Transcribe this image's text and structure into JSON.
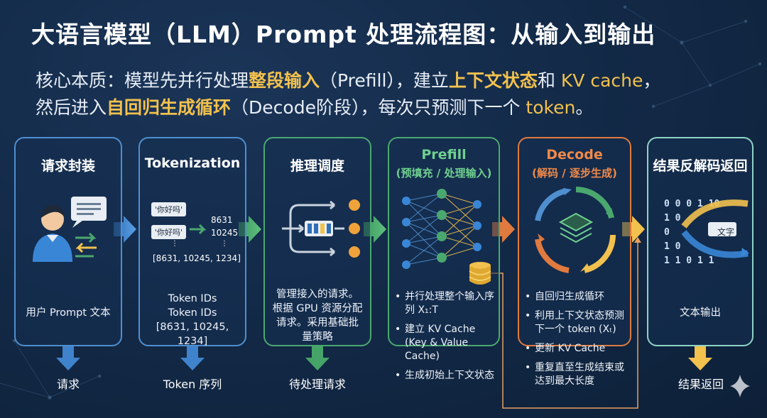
{
  "title": "大语言模型（LLM）Prompt 处理流程图：从输入到输出",
  "subtitle": {
    "line1_a": "核心本质：模型先并行处理",
    "line1_b": "整段输入",
    "line1_c": "（Prefill），建立",
    "line1_d": "上下文状态",
    "line1_e": "和 ",
    "line1_f": "KV cache",
    "line1_g": "，",
    "line2_a": "然后进入",
    "line2_b": "自回归生成循环",
    "line2_c": "（Decode阶段），每次只预测下一个 ",
    "line2_d": "token",
    "line2_e": "。"
  },
  "stages": [
    {
      "title": "请求封装",
      "desc": "用户 Prompt 文本",
      "output": "请求"
    },
    {
      "title": "Tokenization",
      "chip1": "'你好吗'",
      "chip2": "'你好吗'",
      "id1": "8631",
      "id2": "10245",
      "ids_list": "[8631, 10245, 1234]",
      "desc_line1": "Token IDs",
      "desc_line2": "Token IDs",
      "desc_line3": "[8631, 10245, 1234]",
      "output": "Token 序列"
    },
    {
      "title": "推理调度",
      "desc": "管理接入的请求。根据 GPU 资源分配请求。采用基础批量策略",
      "output": "待处理请求"
    },
    {
      "title": "Prefill",
      "subtitle": "(预填充 / 处理输入)",
      "bullets": [
        "并行处理整个输入序列 X₁:T",
        "建立 KV Cache (Key & Value Cache)",
        "生成初始上下文状态"
      ]
    },
    {
      "title": "Decode",
      "subtitle": "(解码 / 逐步生成)",
      "bullets": [
        "自回归生成循环",
        "利用上下文状态预测下一个 token (Xₜ)",
        "更新 KV Cache",
        "重复直至生成结束或达到最大长度"
      ]
    },
    {
      "title": "结果反解码返回",
      "tag": "文字",
      "desc": "文本输出",
      "output": "结果返回"
    }
  ],
  "colors": {
    "accent": "#f2c14e",
    "blue": "#4f8fd0",
    "green": "#4aa86f",
    "orange": "#e07a3e",
    "teal": "#8fd3c6"
  }
}
